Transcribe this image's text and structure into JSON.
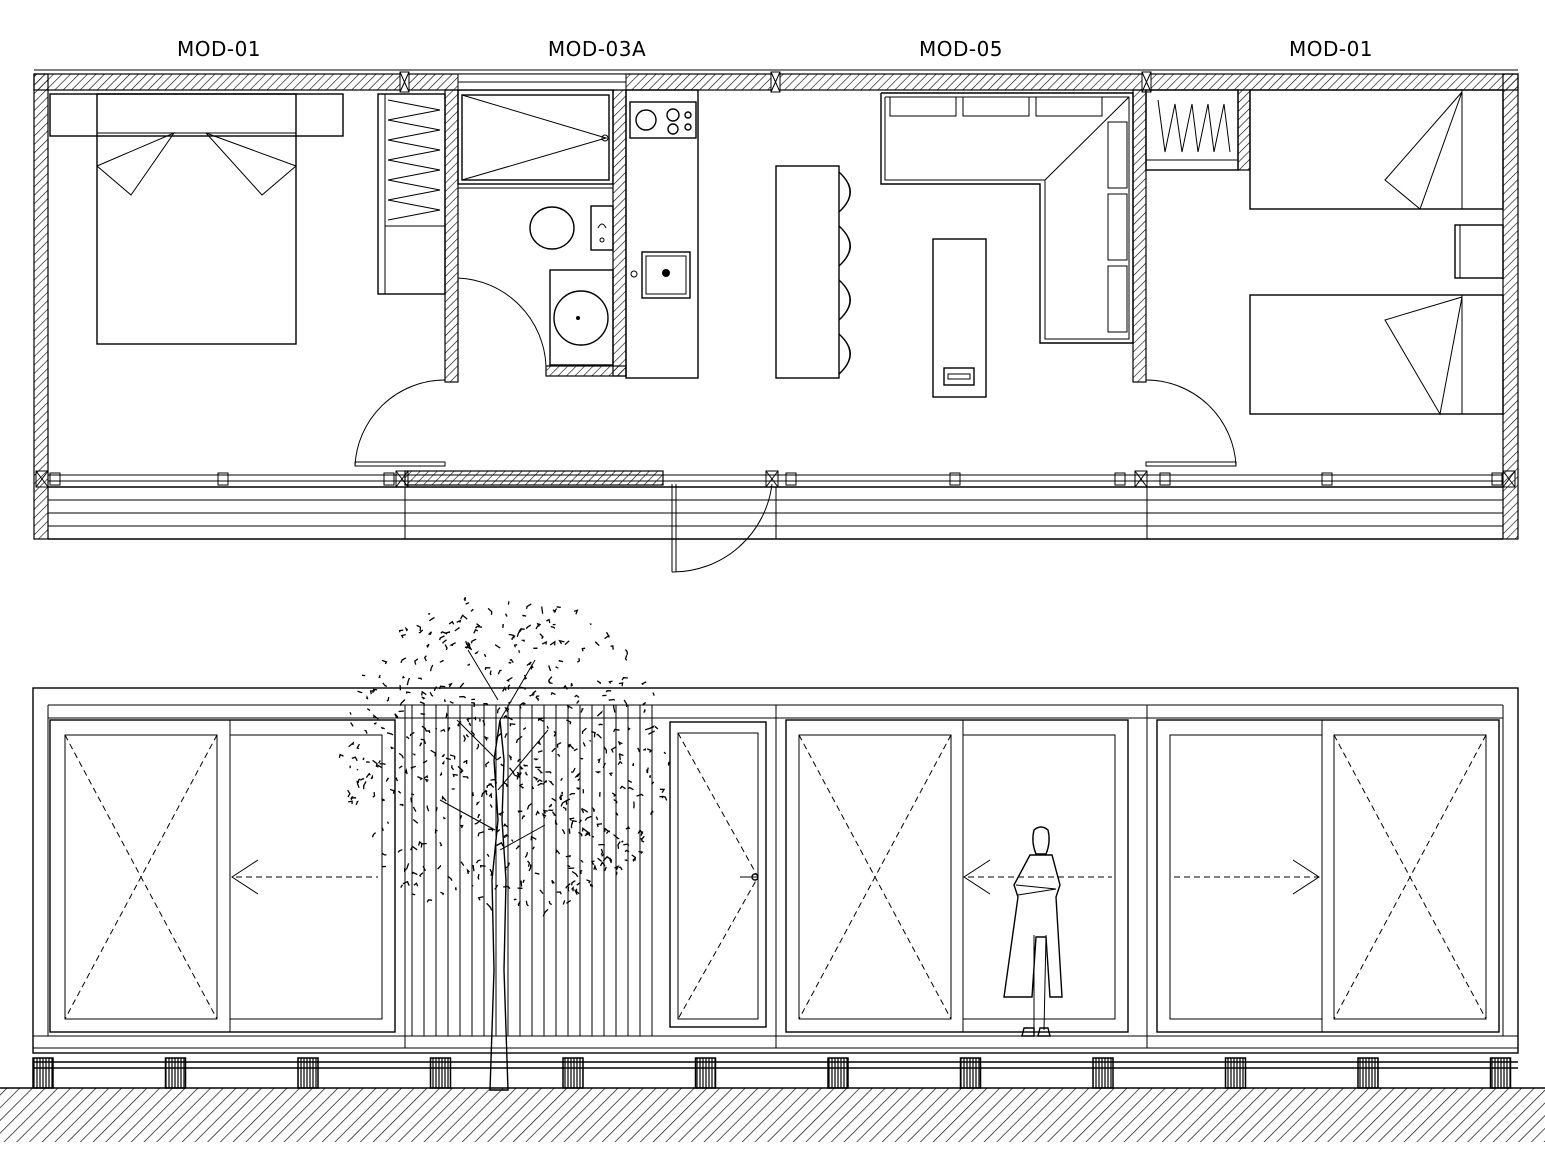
{
  "plan": {
    "modules": [
      {
        "id": "mod-1",
        "label": "MOD-01"
      },
      {
        "id": "mod-2",
        "label": "MOD-03A"
      },
      {
        "id": "mod-3",
        "label": "MOD-05"
      },
      {
        "id": "mod-4",
        "label": "MOD-01"
      }
    ]
  },
  "elevation": {
    "sliding_arrows": [
      "left",
      "left",
      "right"
    ]
  },
  "colors": {
    "line": "#000000",
    "background": "#ffffff"
  }
}
